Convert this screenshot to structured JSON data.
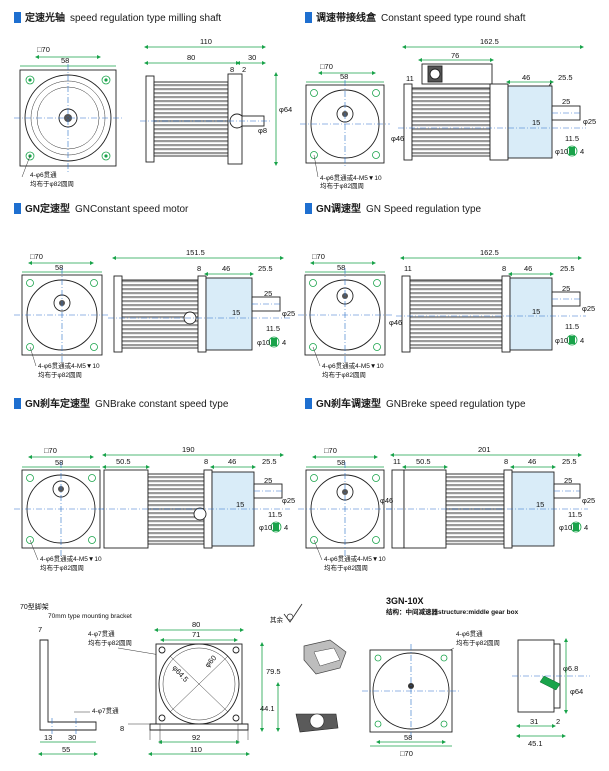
{
  "colors": {
    "header_bar": "#1e6fd0",
    "dimension_green": "#19a34a",
    "center_blue": "#2a6fc9",
    "gearbox_fill": "#d9ecf8"
  },
  "sections": {
    "s1": {
      "cn": "定速光轴",
      "en": "speed regulation type milling shaft"
    },
    "s2": {
      "cn": "调速带接线盒",
      "en": "Constant speed type round shaft"
    },
    "s3": {
      "cn": "GN定速型",
      "en": "GNConstant  speed motor"
    },
    "s4": {
      "cn": "GN调速型",
      "en": "GN Speed regulation type"
    },
    "s5": {
      "cn": "GN刹车定速型",
      "en": "GNBrake constant speed type"
    },
    "s6": {
      "cn": "GN刹车调速型",
      "en": "GNBreke speed regulation type"
    }
  },
  "d1": {
    "sq": "□70",
    "w58": "58",
    "note1": "4-φ6贯通",
    "note2": "均布于φ82圆周",
    "len": "110",
    "a": "80",
    "b": "30",
    "c": "8",
    "d": "2",
    "phi64": "φ64",
    "phi8": "φ8"
  },
  "d2": {
    "sq": "□70",
    "w58": "58",
    "note1": "4-φ6贯通或4-M5▼10",
    "note2": "均布于φ82圆周",
    "len": "162.5",
    "a": "76",
    "b": "11",
    "c": "46",
    "d": "4",
    "e": "25.5",
    "f": "25",
    "g": "15",
    "h": "φ46",
    "i": "φ25",
    "j": "11.5",
    "k": "φ10",
    "l": "4"
  },
  "d3": {
    "sq": "□70",
    "w58": "58",
    "note1": "4-φ6贯通或4-M5▼10",
    "note2": "均布于φ82圆周",
    "len": "151.5",
    "a": "8",
    "b": "46",
    "c": "25.5",
    "d": "25",
    "e": "15",
    "f": "φ25",
    "g": "11.5",
    "h": "φ10",
    "i": "4"
  },
  "d4": {
    "sq": "□70",
    "w58": "58",
    "note1": "4-φ6贯通或4-M5▼10",
    "note2": "均布于φ82圆周",
    "len": "162.5",
    "a": "11",
    "b": "8",
    "c": "46",
    "d": "25.5",
    "e": "25",
    "f": "15",
    "g": "φ46",
    "h": "φ25",
    "i": "11.5",
    "j": "φ10",
    "k": "4"
  },
  "d5": {
    "sq": "□70",
    "w58": "58",
    "note1": "4-φ6贯通或4-M5▼10",
    "note2": "均布于φ82圆周",
    "len": "190",
    "a": "50.5",
    "b": "8",
    "c": "46",
    "d": "25.5",
    "e": "25",
    "f": "15",
    "g": "φ25",
    "h": "11.5",
    "i": "φ10",
    "j": "4"
  },
  "d6": {
    "sq": "□70",
    "w58": "58",
    "note1": "4-φ6贯通或4-M5▼10",
    "note2": "均布于φ82圆周",
    "len": "201",
    "a": "11",
    "b": "50.5",
    "c": "8",
    "d": "46",
    "e": "25.5",
    "f": "25",
    "g": "15",
    "h": "φ46",
    "i": "φ25",
    "j": "11.5",
    "k": "φ10",
    "l": "4"
  },
  "bracket": {
    "title_cn": "70型脚架",
    "title_en": "70mm type mounting bracket",
    "seven": "7",
    "note_side": "4-φ7贯通",
    "w13": "13",
    "w30": "30",
    "w55": "55",
    "note1": "4-φ7贯通",
    "note2": "均布于φ82圆周",
    "w80": "80",
    "w71": "71",
    "phi645": "φ64.5",
    "phi60": "φ60",
    "h795": "79.5",
    "h441": "44.1",
    "h8": "8",
    "w92": "92",
    "w110": "110",
    "rest": "其余"
  },
  "gearbox": {
    "title": "3GN-10X",
    "subtitle": "结构：中间减速器structure:middle gear box",
    "note1": "4-φ6贯通",
    "note2": "均布于φ82圆周",
    "w58": "58",
    "sq": "□70",
    "phi68": "φ6.8",
    "phi64": "φ64",
    "w31": "31",
    "w2": "2",
    "w451": "45.1"
  }
}
